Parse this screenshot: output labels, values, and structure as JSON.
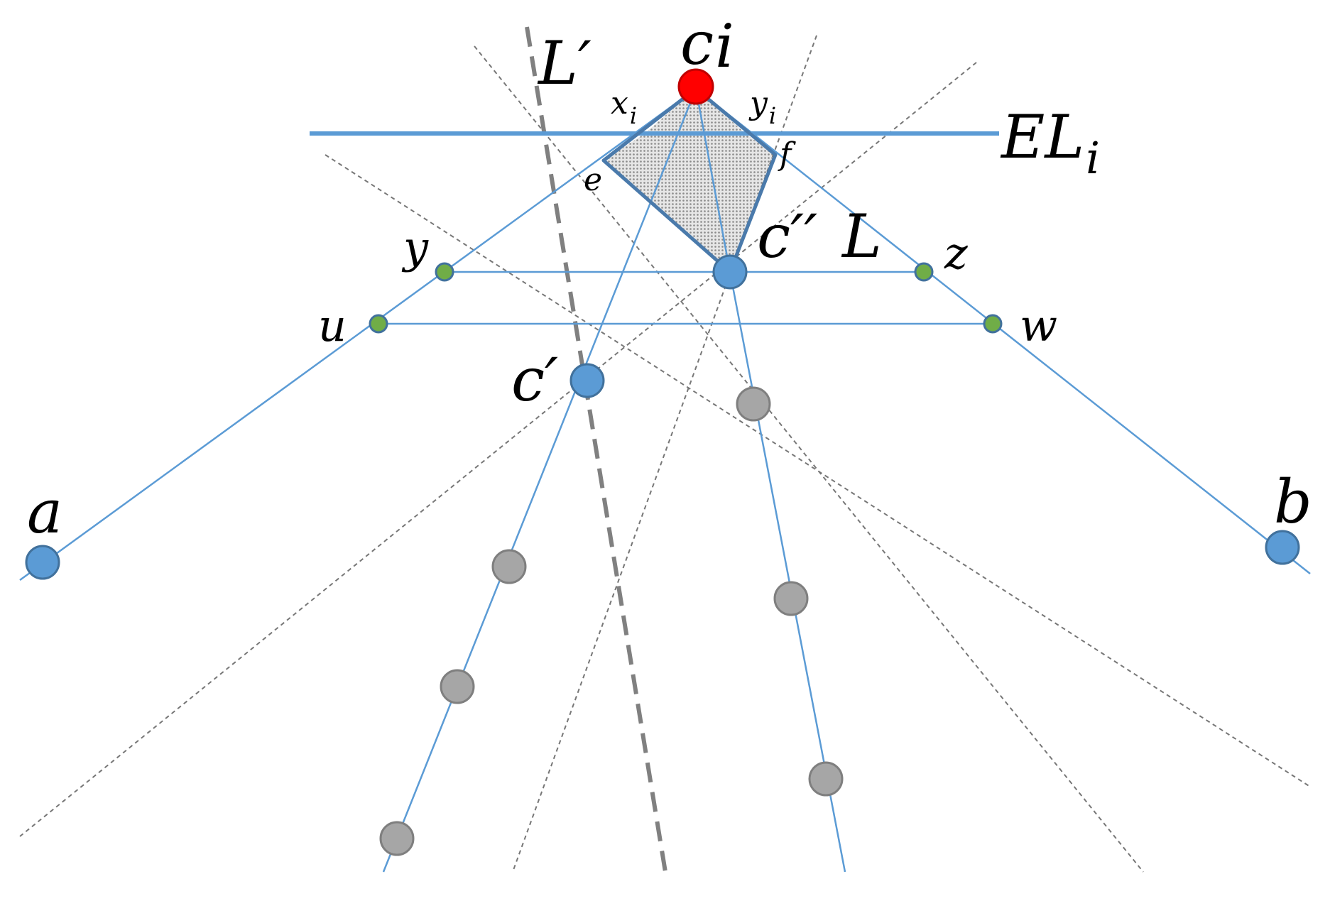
{
  "labels": {
    "c_i_base": "c",
    "c_i_sub": "i",
    "L_prime": "L′",
    "x_i_base": "x",
    "x_i_sub": "i",
    "y_i_base": "y",
    "y_i_sub": "i",
    "EL_i_base": "EL",
    "EL_i_sub": "i",
    "e": "e",
    "f": "f",
    "c_double_prime": "c′′",
    "L": "L",
    "y": "y",
    "z": "z",
    "u": "u",
    "w": "w",
    "c_prime": "c′",
    "a": "a",
    "b": "b"
  },
  "colors": {
    "blue_line": "#5b9bd5",
    "blue_node": "#5b9bd5",
    "red_node": "#ff0000",
    "green_node": "#70ad47",
    "gray_node": "#a6a6a6",
    "dashed_gray": "#808080",
    "region_fill": "#c8c8c8"
  }
}
